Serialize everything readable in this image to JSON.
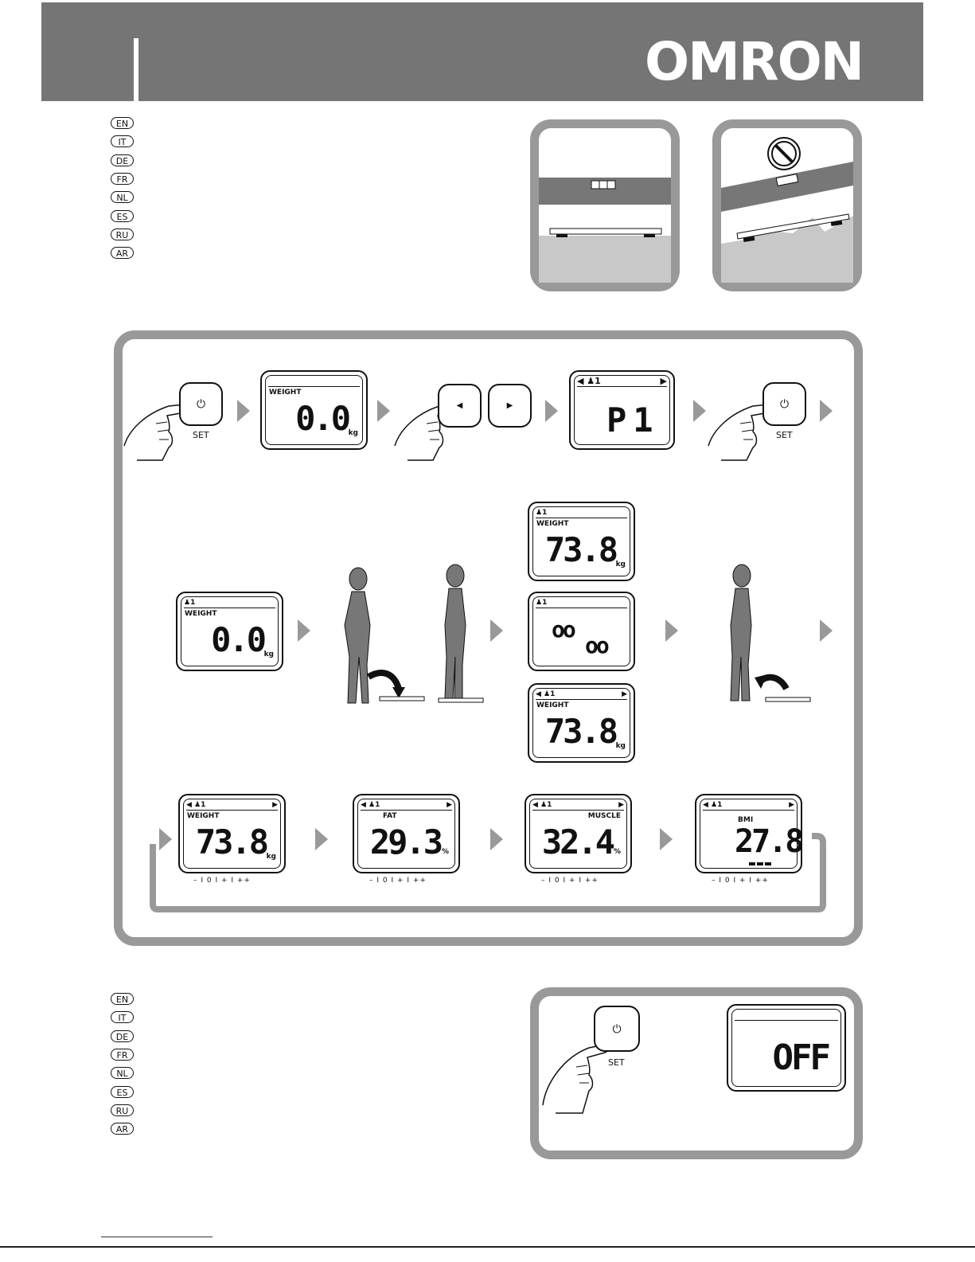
{
  "header": {
    "logo": "OMRON"
  },
  "languages_top": [
    "EN",
    "IT",
    "DE",
    "FR",
    "NL",
    "ES",
    "RU",
    "AR"
  ],
  "languages_bottom": [
    "EN",
    "IT",
    "DE",
    "FR",
    "NL",
    "ES",
    "RU",
    "AR"
  ],
  "buttons": {
    "set_label": "SET",
    "left_arrow": "◀",
    "right_arrow": "▶",
    "power_icon": "⏻"
  },
  "row1": {
    "lcd1": {
      "label": "WEIGHT",
      "value": "0.0",
      "unit": "kg"
    },
    "lcd2": {
      "top": "◀ ♟1",
      "top_right": "▶",
      "value": "P1"
    }
  },
  "row2": {
    "lcd_start": {
      "top": "♟1",
      "label": "WEIGHT",
      "value": "0.0",
      "unit": "kg"
    },
    "lcd_flash": {
      "top": "♟1",
      "label": "WEIGHT",
      "value": "73.8",
      "unit": "kg"
    },
    "lcd_measure": {
      "top": "♟1",
      "value_a": "oo",
      "value_b": "oo"
    },
    "lcd_result": {
      "top": "◀ ♟1",
      "top_right": "▶",
      "label": "WEIGHT",
      "value": "73.8",
      "unit": "kg"
    }
  },
  "row3": [
    {
      "top": "◀ ♟1",
      "top_right": "▶",
      "label": "WEIGHT",
      "value": "73.8",
      "unit": "kg",
      "scale": "– I 0 I + I ++"
    },
    {
      "top": "◀ ♟1",
      "top_right": "▶",
      "label": "FAT",
      "value": "29.3",
      "unit": "%",
      "scale": "– I 0 I + I ++"
    },
    {
      "top": "◀ ♟1",
      "top_right": "▶",
      "label": "MUSCLE",
      "value": "32.4",
      "unit": "%",
      "scale": "– I 0 I + I ++"
    },
    {
      "top": "◀ ♟1",
      "top_right": "▶",
      "label": "BMI",
      "value": "27.8",
      "unit": "",
      "scale": "– I 0 I + I ++"
    }
  ],
  "off_panel": {
    "value": "OFF"
  },
  "colors": {
    "header": "#757575",
    "panel_border": "#999999",
    "floor": "#c8c8c8"
  }
}
